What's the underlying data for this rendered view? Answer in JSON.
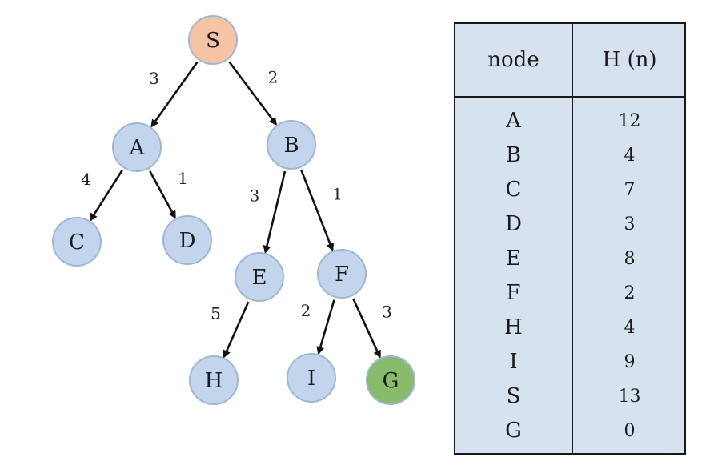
{
  "tree": {
    "colors": {
      "start": "#f4c4a4",
      "goal": "#88bb6a",
      "default": "#c2d5ec"
    },
    "nodes": [
      {
        "id": "S",
        "label": "S",
        "kind": "start"
      },
      {
        "id": "A",
        "label": "A",
        "kind": "default"
      },
      {
        "id": "B",
        "label": "B",
        "kind": "default"
      },
      {
        "id": "C",
        "label": "C",
        "kind": "default"
      },
      {
        "id": "D",
        "label": "D",
        "kind": "default"
      },
      {
        "id": "E",
        "label": "E",
        "kind": "default"
      },
      {
        "id": "F",
        "label": "F",
        "kind": "default"
      },
      {
        "id": "H",
        "label": "H",
        "kind": "default"
      },
      {
        "id": "I",
        "label": "I",
        "kind": "default"
      },
      {
        "id": "G",
        "label": "G",
        "kind": "goal"
      }
    ],
    "edges": [
      {
        "from": "S",
        "to": "A",
        "cost": "3"
      },
      {
        "from": "S",
        "to": "B",
        "cost": "2"
      },
      {
        "from": "A",
        "to": "C",
        "cost": "4"
      },
      {
        "from": "A",
        "to": "D",
        "cost": "1"
      },
      {
        "from": "B",
        "to": "E",
        "cost": "3"
      },
      {
        "from": "B",
        "to": "F",
        "cost": "1"
      },
      {
        "from": "E",
        "to": "H",
        "cost": "5"
      },
      {
        "from": "F",
        "to": "I",
        "cost": "2"
      },
      {
        "from": "F",
        "to": "G",
        "cost": "3"
      }
    ]
  },
  "table": {
    "headers": {
      "node": "node",
      "h": "H (n)"
    },
    "rows": [
      {
        "node": "A",
        "h": "12"
      },
      {
        "node": "B",
        "h": "4"
      },
      {
        "node": "C",
        "h": "7"
      },
      {
        "node": "D",
        "h": "3"
      },
      {
        "node": "E",
        "h": "8"
      },
      {
        "node": "F",
        "h": "2"
      },
      {
        "node": "H",
        "h": "4"
      },
      {
        "node": "I",
        "h": "9"
      },
      {
        "node": "S",
        "h": "13"
      },
      {
        "node": "G",
        "h": "0"
      }
    ]
  }
}
